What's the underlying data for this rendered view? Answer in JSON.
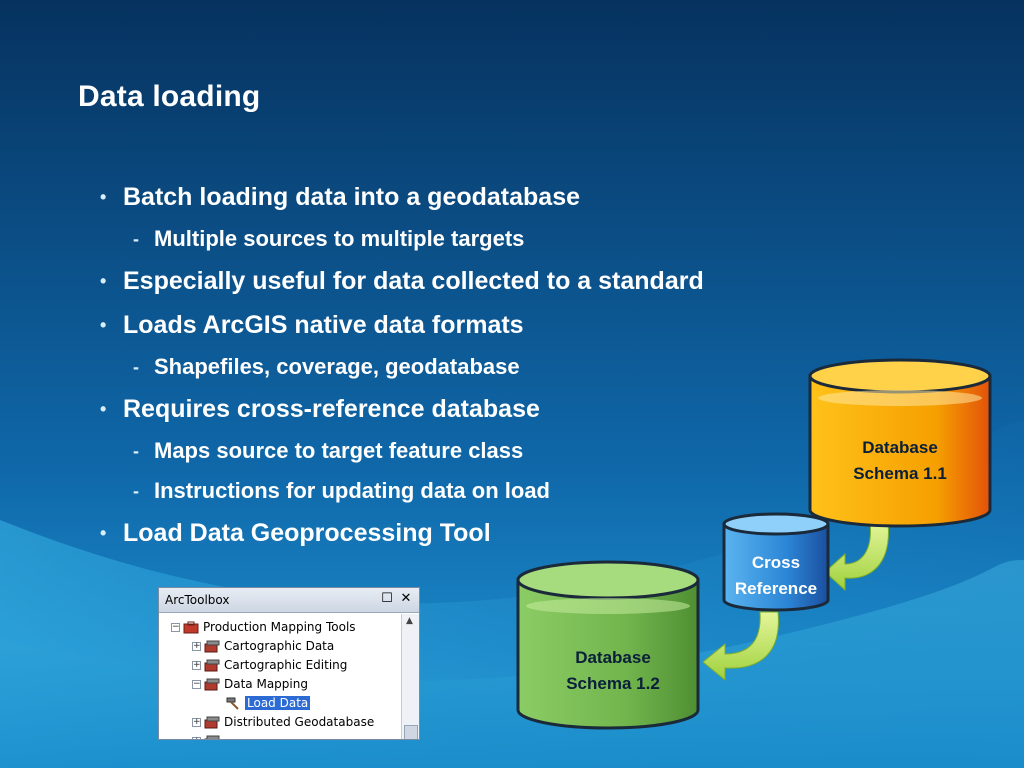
{
  "slide": {
    "title": "Data loading",
    "bullets": [
      {
        "text": "Batch loading data into a geodatabase",
        "subs": [
          "Multiple sources to multiple targets"
        ]
      },
      {
        "text": "Especially useful for data collected to a standard",
        "subs": []
      },
      {
        "text": "Loads ArcGIS native data formats",
        "subs": [
          "Shapefiles, coverage, geodatabase"
        ]
      },
      {
        "text": "Requires cross-reference database",
        "subs": [
          "Maps source to target feature class",
          "Instructions for updating data on load"
        ]
      },
      {
        "text": "Load Data Geoprocessing Tool",
        "subs": []
      }
    ]
  },
  "diagram": {
    "schema11": {
      "line1": "Database",
      "line2": "Schema 1.1"
    },
    "crossref": {
      "line1": "Cross",
      "line2": "Reference"
    },
    "schema12": {
      "line1": "Database",
      "line2": "Schema 1.2"
    }
  },
  "toolbox": {
    "title": "ArcToolbox",
    "pin_icon": "restore-icon",
    "close_icon": "close-icon",
    "items": [
      {
        "label": "Production Mapping Tools",
        "expander": "minus"
      },
      {
        "label": "Cartographic Data",
        "expander": "plus"
      },
      {
        "label": "Cartographic Editing",
        "expander": "plus"
      },
      {
        "label": "Data Mapping",
        "expander": "minus"
      },
      {
        "label": "Load Data",
        "expander": ""
      },
      {
        "label": "Distributed Geodatabase",
        "expander": "plus"
      }
    ]
  },
  "colors": {
    "schema11": "#f6a400",
    "crossref": "#2a7fd0",
    "schema12": "#7bbf55",
    "arrow": "#b7e15a"
  }
}
